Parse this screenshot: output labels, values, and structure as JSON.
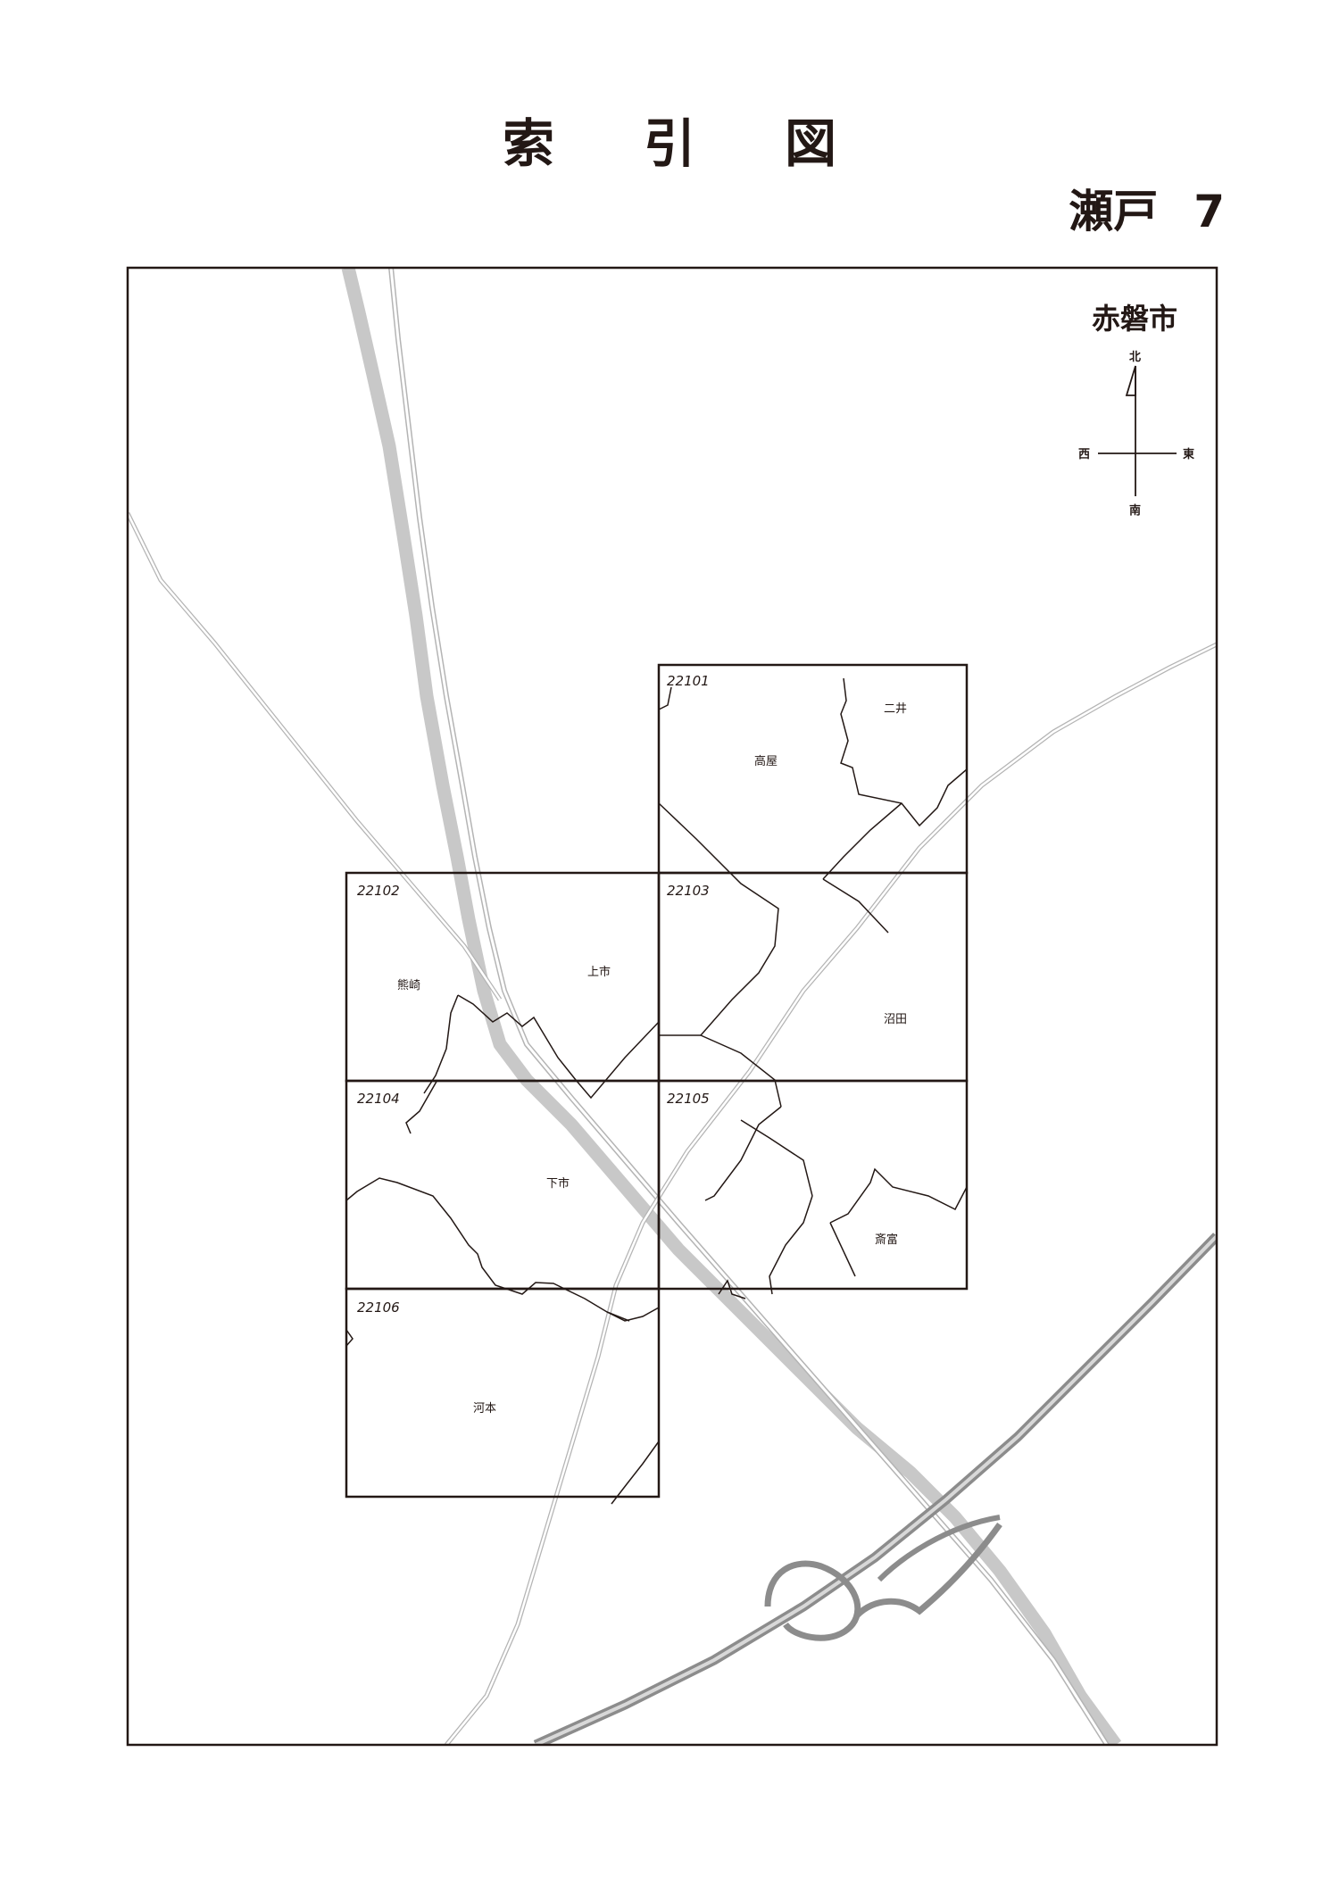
{
  "header": {
    "title": "索引図",
    "sheet_name": "瀬戸",
    "sheet_number": "7"
  },
  "map": {
    "city": "赤磐市",
    "compass": {
      "north": "北",
      "south": "南",
      "east": "東",
      "west": "西"
    },
    "tiles": [
      {
        "code": "22101",
        "area": "高屋",
        "area2": "二井"
      },
      {
        "code": "22102",
        "area": "熊崎",
        "area2": "上市"
      },
      {
        "code": "22103",
        "area": "沼田"
      },
      {
        "code": "22104",
        "area": "下市"
      },
      {
        "code": "22105",
        "area": "斎富"
      },
      {
        "code": "22106",
        "area": "河本"
      }
    ],
    "colors": {
      "ink": "#231815",
      "river": "#c8c8c8",
      "road": "#b4b4b4",
      "expressway": "#8c8c8c"
    }
  }
}
